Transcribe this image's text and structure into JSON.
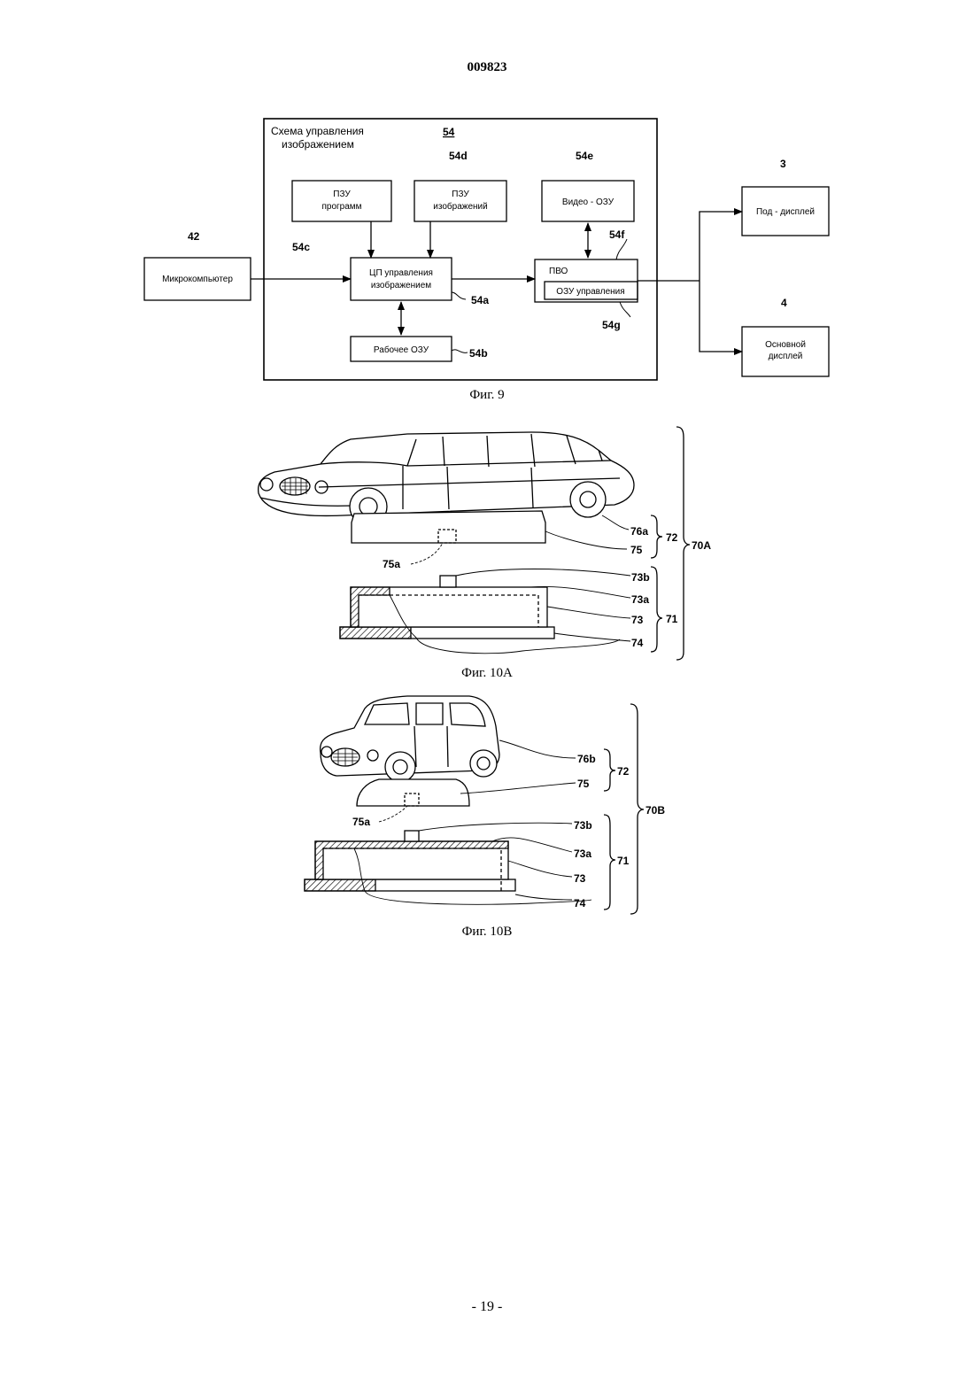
{
  "header": {
    "doc_number": "009823"
  },
  "footer": {
    "page_number": "- 19 -"
  },
  "fig9": {
    "caption": "Фиг. 9",
    "frame": {
      "title_line1": "Схема управления",
      "title_line2": "изображением",
      "label": "54"
    },
    "blocks": {
      "program_rom": {
        "line1": "ПЗУ",
        "line2": "программ",
        "label": "54c"
      },
      "image_rom": {
        "line1": "ПЗУ",
        "line2": "изображений",
        "label": "54d"
      },
      "video_ram": {
        "text": "Видео - ОЗУ",
        "label": "54e"
      },
      "microcomputer": {
        "text": "Микрокомпьютер",
        "label": "42"
      },
      "image_cpu": {
        "line1": "ЦП управления",
        "line2": "изображением",
        "label": "54a"
      },
      "vdp": {
        "text": "ПВО",
        "label": "54f"
      },
      "control_ram": {
        "text": "ОЗУ управления",
        "label": "54g"
      },
      "work_ram": {
        "text": "Рабочее ОЗУ",
        "label": "54b"
      },
      "sub_display": {
        "text": "Под - дисплей",
        "label": "3"
      },
      "main_display": {
        "line1": "Основной",
        "line2": "дисплей",
        "label": "4"
      }
    }
  },
  "fig10a": {
    "caption": "Фиг. 10A",
    "labels": {
      "l76a": "76a",
      "l75": "75",
      "l72": "72",
      "l70a": "70A",
      "l75a": "75a",
      "l73b": "73b",
      "l73a": "73a",
      "l73": "73",
      "l71": "71",
      "l74": "74"
    }
  },
  "fig10b": {
    "caption": "Фиг. 10B",
    "labels": {
      "l76b": "76b",
      "l75": "75",
      "l72": "72",
      "l70b": "70B",
      "l75a": "75a",
      "l73b": "73b",
      "l73a": "73a",
      "l73": "73",
      "l71": "71",
      "l74": "74"
    }
  }
}
